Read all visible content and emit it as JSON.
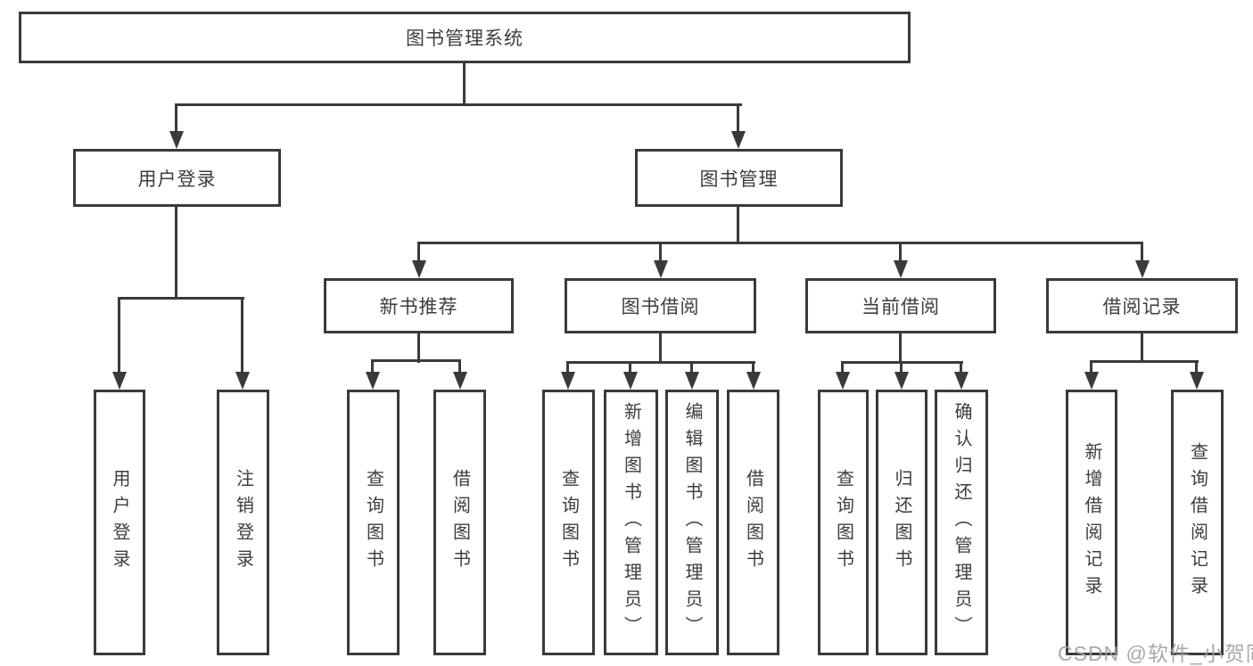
{
  "diagram": {
    "type": "hierarchy-chart",
    "title": "图书管理系统",
    "line_color": "#3a3a3a",
    "text_color": "#3d3d3d",
    "background_color": "#ffffff",
    "nodes": {
      "root": {
        "label": "图书管理系统",
        "level": 0,
        "parent": null
      },
      "user_login": {
        "label": "用户登录",
        "level": 1,
        "parent": "root"
      },
      "book_mgmt": {
        "label": "图书管理",
        "level": 1,
        "parent": "root"
      },
      "new_book_rec": {
        "label": "新书推荐",
        "level": 2,
        "parent": "book_mgmt"
      },
      "book_borrow": {
        "label": "图书借阅",
        "level": 2,
        "parent": "book_mgmt"
      },
      "current_borrow": {
        "label": "当前借阅",
        "level": 2,
        "parent": "book_mgmt"
      },
      "borrow_record": {
        "label": "借阅记录",
        "level": 2,
        "parent": "book_mgmt"
      },
      "leaf_user_login": {
        "label": "用户登录",
        "level": 3,
        "parent": "user_login"
      },
      "leaf_logout": {
        "label": "注销登录",
        "level": 3,
        "parent": "user_login"
      },
      "leaf_rec_query": {
        "label": "查询图书",
        "level": 3,
        "parent": "new_book_rec"
      },
      "leaf_rec_borrow": {
        "label": "借阅图书",
        "level": 3,
        "parent": "new_book_rec"
      },
      "leaf_bb_query": {
        "label": "查询图书",
        "level": 3,
        "parent": "book_borrow"
      },
      "leaf_bb_add": {
        "label": "新增图书（管理员）",
        "level": 3,
        "parent": "book_borrow"
      },
      "leaf_bb_edit": {
        "label": "编辑图书（管理员）",
        "level": 3,
        "parent": "book_borrow"
      },
      "leaf_bb_borrow": {
        "label": "借阅图书",
        "level": 3,
        "parent": "book_borrow"
      },
      "leaf_cb_query": {
        "label": "查询图书",
        "level": 3,
        "parent": "current_borrow"
      },
      "leaf_cb_return": {
        "label": "归还图书",
        "level": 3,
        "parent": "current_borrow"
      },
      "leaf_cb_confirm": {
        "label": "确认归还（管理员）",
        "level": 3,
        "parent": "current_borrow"
      },
      "leaf_br_add": {
        "label": "新增借阅记录",
        "level": 3,
        "parent": "borrow_record"
      },
      "leaf_br_query": {
        "label": "查询借阅记录",
        "level": 3,
        "parent": "borrow_record"
      }
    },
    "watermark": {
      "text": "CSDN @软件_小贺同学",
      "color": "#a2a2a2"
    }
  }
}
